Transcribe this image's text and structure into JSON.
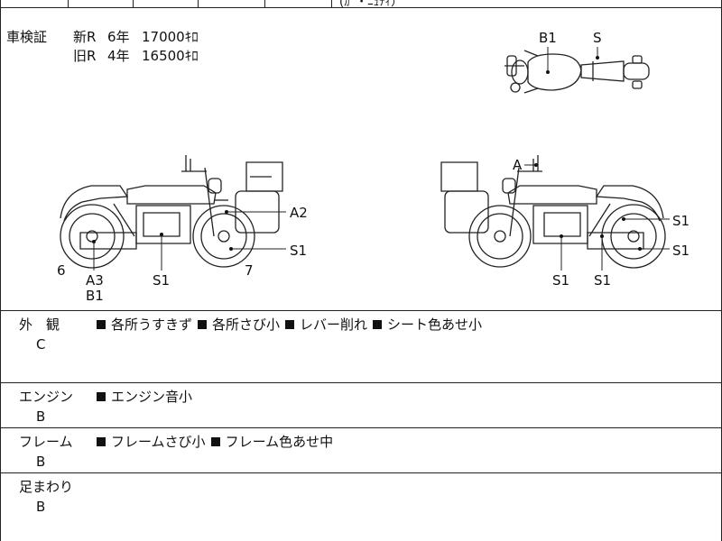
{
  "top_fragment": "(ｶﾞ・ﾆｭﾃｨ）",
  "inspection": {
    "label": "車検証",
    "rows": [
      {
        "kind": "新R",
        "years": "6年",
        "distance": "17000ｷﾛ"
      },
      {
        "kind": "旧R",
        "years": "4年",
        "distance": "16500ｷﾛ"
      }
    ]
  },
  "diagram_labels": {
    "top_b1": "B1",
    "top_s": "S",
    "left_a2": "A2",
    "left_s1_right": "S1",
    "left_6": "6",
    "left_7": "7",
    "left_a3": "A3",
    "left_b1": "B1",
    "left_s1_bottom": "S1",
    "right_a": "A",
    "right_s1_upper": "S1",
    "right_s1_lower": "S1",
    "right_s1_bottom_a": "S1",
    "right_s1_bottom_b": "S1"
  },
  "sections": [
    {
      "title": "外　観",
      "grade": "C",
      "notes": [
        "各所うすきず",
        "各所さび小",
        "レバー削れ",
        "シート色あせ小"
      ]
    },
    {
      "title": "エンジン",
      "grade": "B",
      "notes": [
        "エンジン音小"
      ]
    },
    {
      "title": "フレーム",
      "grade": "B",
      "notes": [
        "フレームさび小",
        "フレーム色あせ中"
      ]
    },
    {
      "title": "足まわり",
      "grade": "B",
      "notes": []
    }
  ],
  "colors": {
    "line": "#222222",
    "text": "#111111",
    "background": "#ffffff"
  }
}
